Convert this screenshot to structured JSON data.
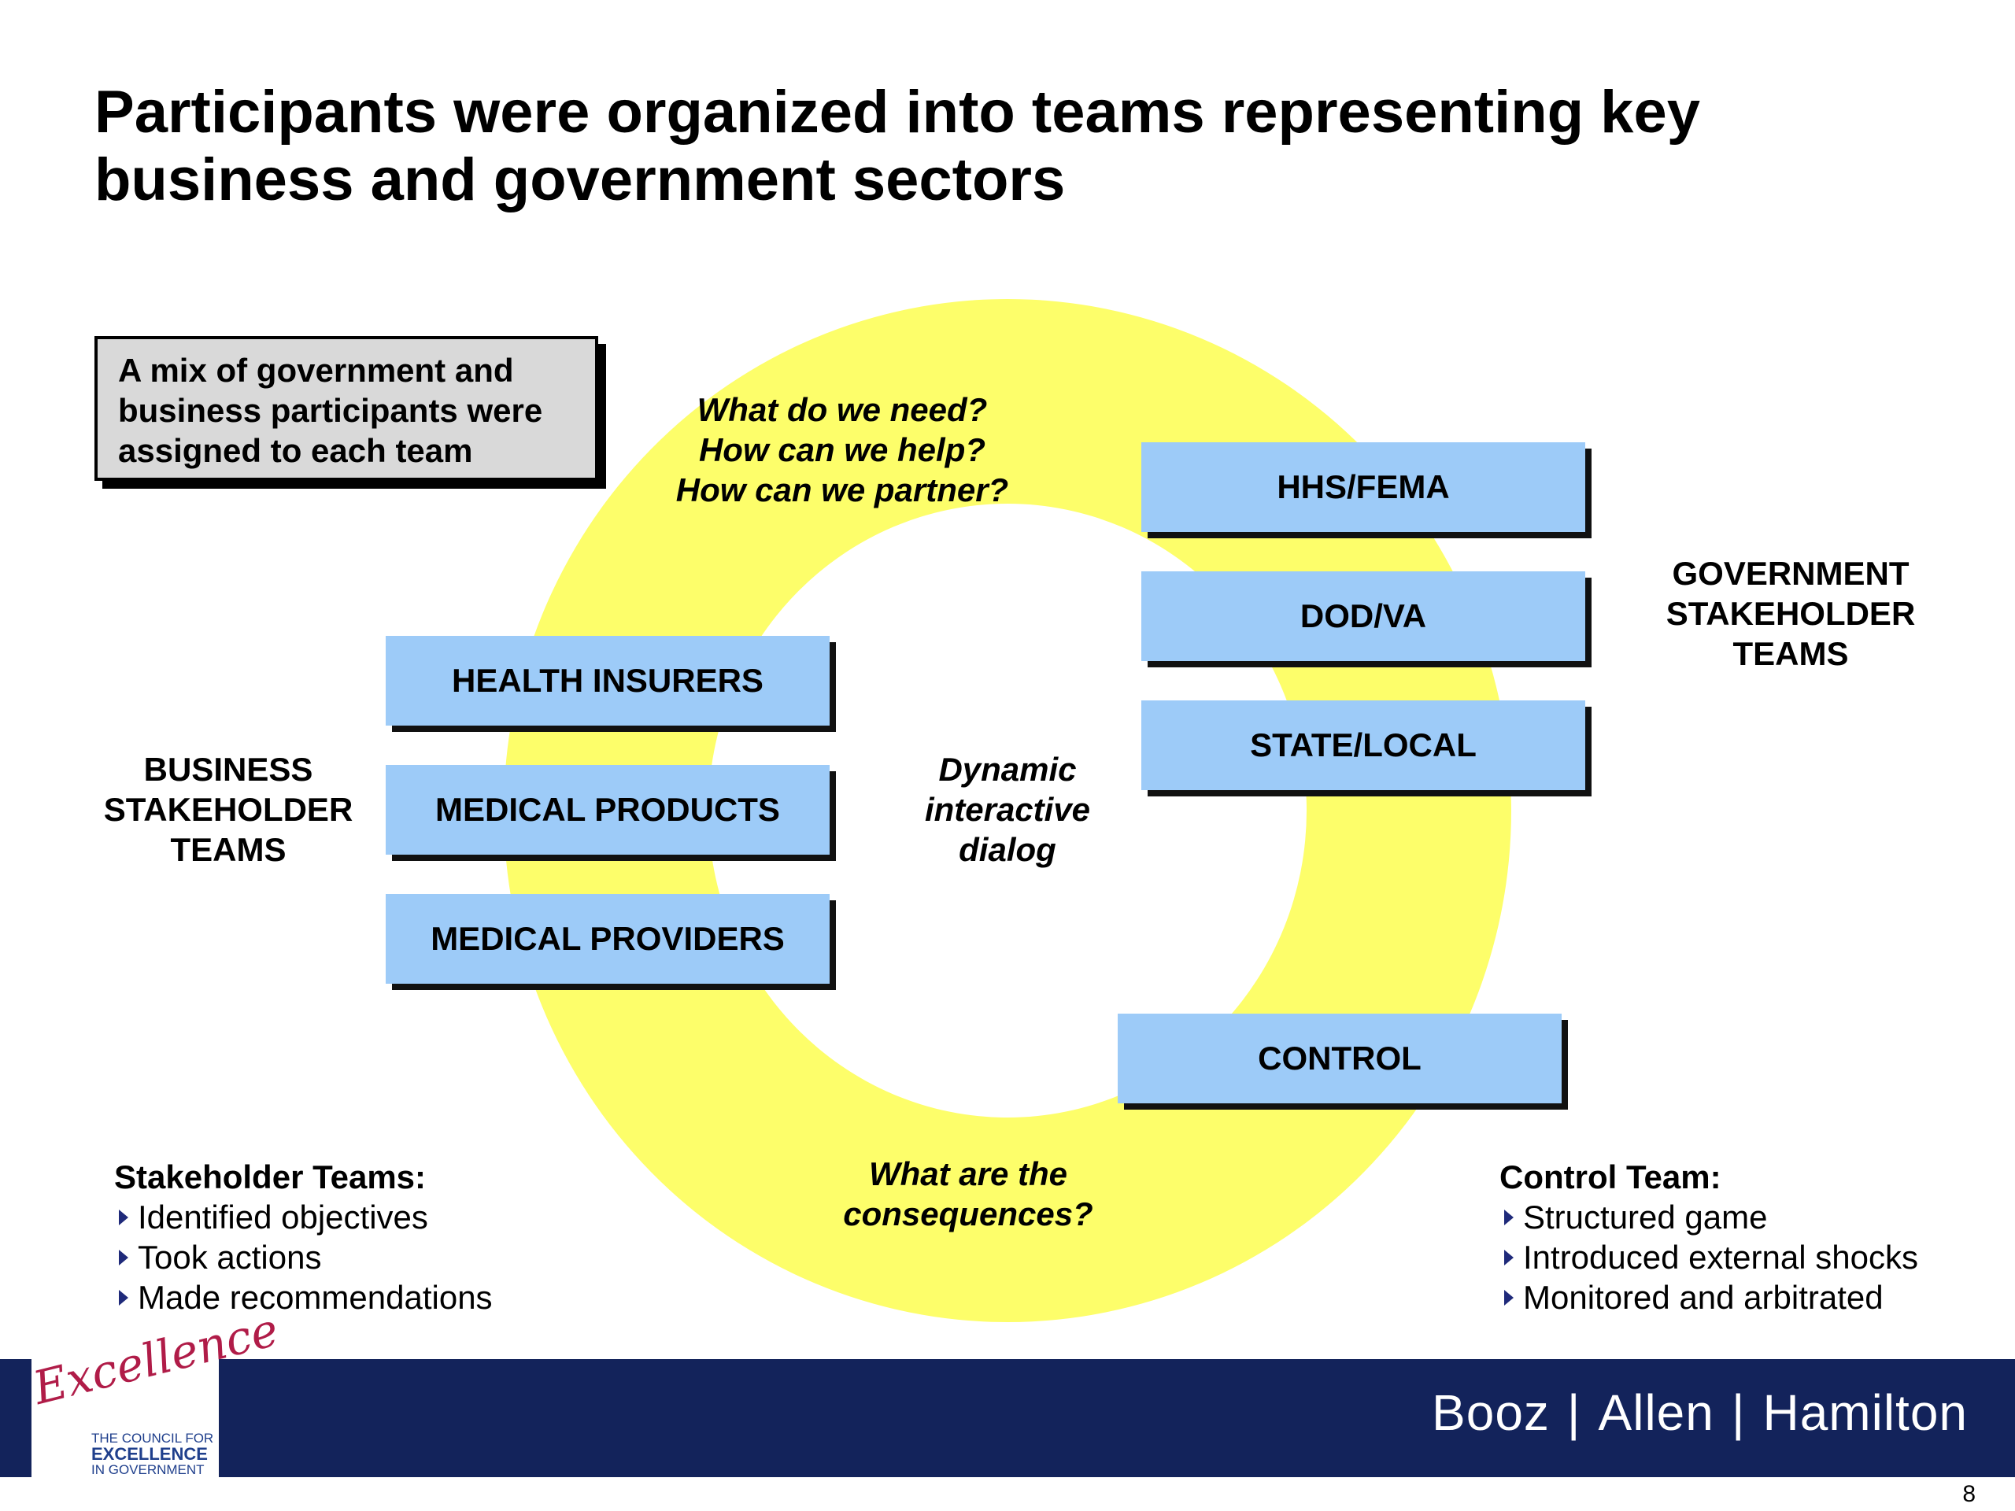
{
  "slide": {
    "title_lines": [
      "Participants were organized into teams representing key",
      "business and government sectors"
    ],
    "page_number": "8"
  },
  "mix_box": {
    "lines": [
      "A mix of government and",
      "business participants were",
      "assigned to each team"
    ]
  },
  "ring": {
    "color": "#fdfe6a"
  },
  "questions_top": [
    "What do we need?",
    "How can we help?",
    "How can we partner?"
  ],
  "center_text": [
    "Dynamic",
    "interactive",
    "dialog"
  ],
  "questions_bottom": [
    "What are the",
    "consequences?"
  ],
  "business_label": [
    "BUSINESS",
    "STAKEHOLDER",
    "TEAMS"
  ],
  "government_label": [
    "GOVERNMENT",
    "STAKEHOLDER",
    "TEAMS"
  ],
  "business_teams": [
    "HEALTH INSURERS",
    "MEDICAL PRODUCTS",
    "MEDICAL PROVIDERS"
  ],
  "government_teams": [
    "HHS/FEMA",
    "DOD/VA",
    "STATE/LOCAL"
  ],
  "control_team": "CONTROL",
  "team_box_color": "#9dcbf8",
  "stakeholder_list": {
    "heading": "Stakeholder Teams:",
    "items": [
      "Identified objectives",
      "Took actions",
      "Made recommendations"
    ]
  },
  "control_list": {
    "heading": "Control Team:",
    "items": [
      "Structured game",
      "Introduced external shocks",
      "Monitored and arbitrated"
    ]
  },
  "footer": {
    "bar_color": "#13235b",
    "logo_script": "Excellence",
    "logo_lines": [
      "THE COUNCIL FOR",
      "EXCELLENCE",
      "IN GOVERNMENT"
    ],
    "brand_parts": [
      "Booz",
      "Allen",
      "Hamilton"
    ]
  }
}
